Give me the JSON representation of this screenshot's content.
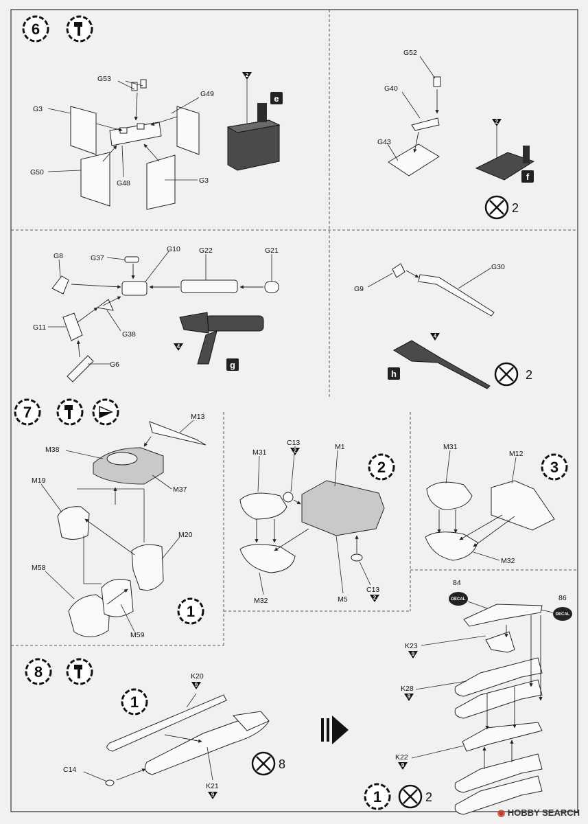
{
  "steps": {
    "s6": {
      "number": "6"
    },
    "s7": {
      "number": "7"
    },
    "s8": {
      "number": "8"
    }
  },
  "substeps": {
    "one": "1",
    "two": "2",
    "three": "3"
  },
  "quantities": {
    "x2": "2",
    "x8": "8"
  },
  "letters": {
    "e": "e",
    "f": "f",
    "g": "g",
    "h": "h"
  },
  "runners": {
    "r2": "2",
    "r4": "4",
    "r9": "9"
  },
  "decal": {
    "label": "DECAL",
    "n84": "84",
    "n86": "86"
  },
  "parts": {
    "G53": "G53",
    "G49": "G49",
    "G3": "G3",
    "G50": "G50",
    "G48": "G48",
    "G52": "G52",
    "G40": "G40",
    "G43": "G43",
    "G8": "G8",
    "G37": "G37",
    "G10": "G10",
    "G22": "G22",
    "G21": "G21",
    "G11": "G11",
    "G38": "G38",
    "G6": "G6",
    "G9": "G9",
    "G30": "G30",
    "M13": "M13",
    "M38": "M38",
    "M37": "M37",
    "M19": "M19",
    "M20": "M20",
    "M58": "M58",
    "M59": "M59",
    "M31": "M31",
    "C13": "C13",
    "M1": "M1",
    "M32": "M32",
    "M5": "M5",
    "M12": "M12",
    "K20": "K20",
    "K21": "K21",
    "C14": "C14",
    "K23": "K23",
    "K28": "K28",
    "K22": "K22"
  },
  "watermark": {
    "text": "HOBBY SEARCH"
  }
}
